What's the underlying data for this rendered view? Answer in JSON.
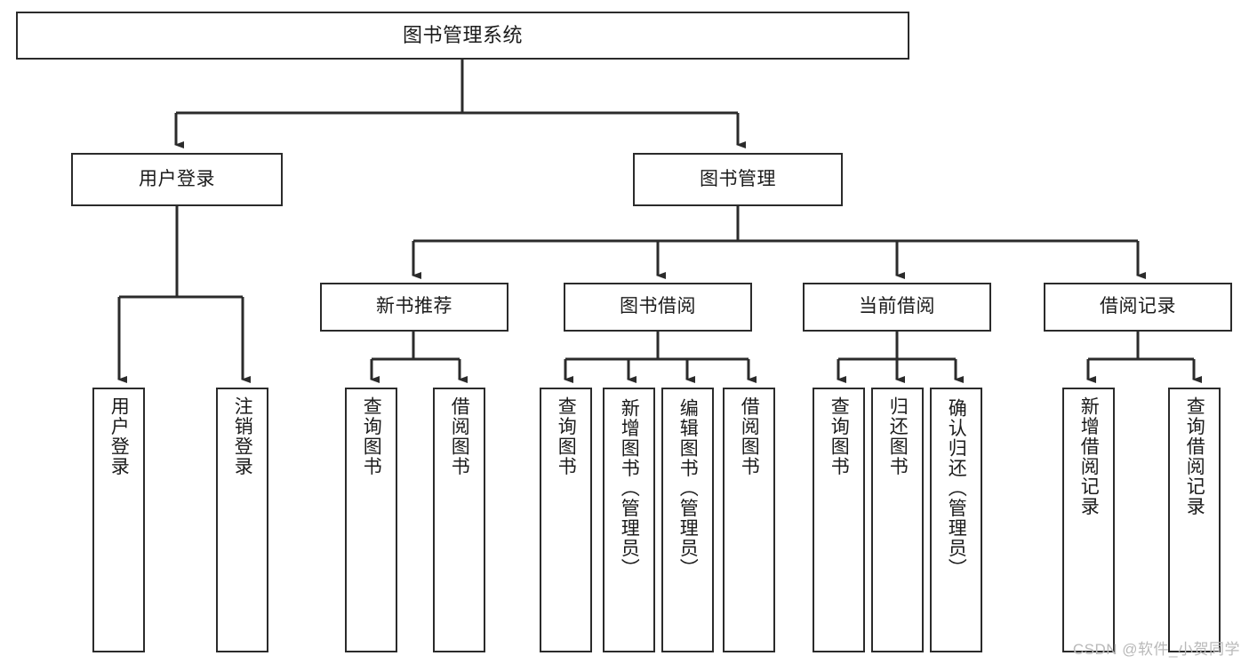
{
  "diagram": {
    "title": "图书管理系统",
    "type": "tree-hierarchy-chart",
    "watermark": "CSDN @软件_小贺同学",
    "colors": {
      "background": "#ffffff",
      "box_border": "#2b2b2b",
      "connector": "#2b2b2b",
      "text": "#1b1b1b",
      "watermark": "#b9b9b9"
    },
    "nodes": {
      "root": {
        "label": "图书管理系统"
      },
      "level2": [
        {
          "label": "用户登录"
        },
        {
          "label": "图书管理"
        }
      ],
      "level3": [
        {
          "label": "新书推荐"
        },
        {
          "label": "图书借阅"
        },
        {
          "label": "当前借阅"
        },
        {
          "label": "借阅记录"
        }
      ],
      "leaves_user_login": [
        {
          "label": "用户登录"
        },
        {
          "label": "注销登录"
        }
      ],
      "leaves_new_book": [
        {
          "label": "查询图书"
        },
        {
          "label": "借阅图书"
        }
      ],
      "leaves_book_borrow": [
        {
          "label": "查询图书"
        },
        {
          "label": "新增图书（管理员）"
        },
        {
          "label": "编辑图书（管理员）"
        },
        {
          "label": "借阅图书"
        }
      ],
      "leaves_current_borrow": [
        {
          "label": "查询图书"
        },
        {
          "label": "归还图书"
        },
        {
          "label": "确认归还（管理员）"
        }
      ],
      "leaves_borrow_record": [
        {
          "label": "新增借阅记录"
        },
        {
          "label": "查询借阅记录"
        }
      ]
    }
  }
}
